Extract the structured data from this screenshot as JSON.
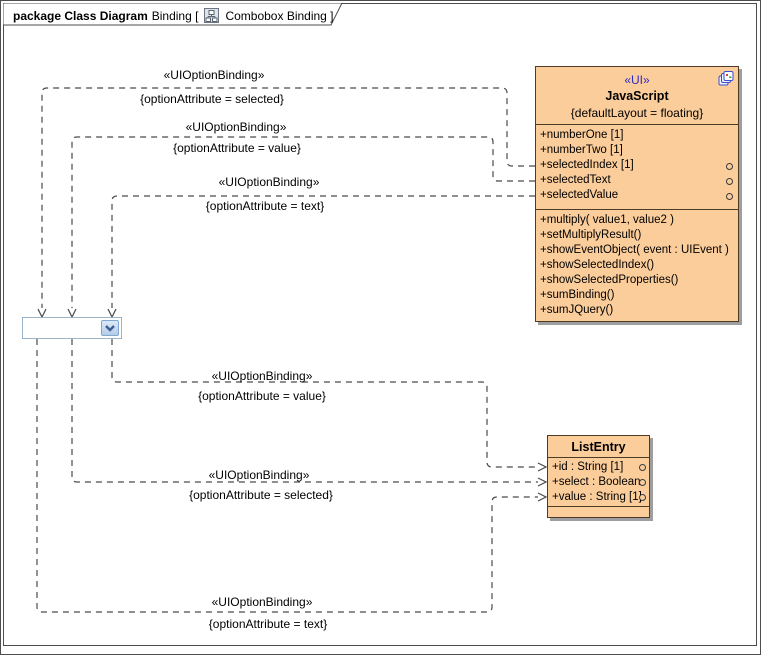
{
  "tab": {
    "kind_label": "package Class Diagram",
    "context_label": "Binding [",
    "diagram_label": "Combobox Binding ]"
  },
  "classes": {
    "javascript": {
      "stereotype": "«UI»",
      "name": "JavaScript",
      "constraint": "{defaultLayout = floating}",
      "attributes": [
        "+numberOne [1]",
        "+numberTwo [1]",
        "+selectedIndex [1]",
        "+selectedText",
        "+selectedValue"
      ],
      "operations": [
        "+multiply( value1, value2 )",
        "+setMultiplyResult()",
        "+showEventObject( event : UIEvent )",
        "+showSelectedIndex()",
        "+showSelectedProperties()",
        "+sumBinding()",
        "+sumJQuery()"
      ]
    },
    "listentry": {
      "name": "ListEntry",
      "attributes": [
        "+id : String [1]",
        "+select : Boolean",
        "+value : String [1]"
      ]
    }
  },
  "connectors": [
    {
      "stereotype": "«UIOptionBinding»",
      "constraint": "{optionAttribute = selected}"
    },
    {
      "stereotype": "«UIOptionBinding»",
      "constraint": "{optionAttribute = value}"
    },
    {
      "stereotype": "«UIOptionBinding»",
      "constraint": "{optionAttribute = text}"
    },
    {
      "stereotype": "«UIOptionBinding»",
      "constraint": "{optionAttribute = value}"
    },
    {
      "stereotype": "«UIOptionBinding»",
      "constraint": "{optionAttribute = selected}"
    },
    {
      "stereotype": "«UIOptionBinding»",
      "constraint": "{optionAttribute = text}"
    }
  ],
  "colors": {
    "class_fill": "#fbcd9b",
    "class_border": "#4c3b27",
    "stereotype_text": "#2b2bc8",
    "connector_line": "#4a4a4a",
    "shadow": "#9e9e9e",
    "frame_border": "#4d4d4d",
    "combobox_border": "#9cb4ca",
    "combobox_button": "#b3cce9"
  }
}
